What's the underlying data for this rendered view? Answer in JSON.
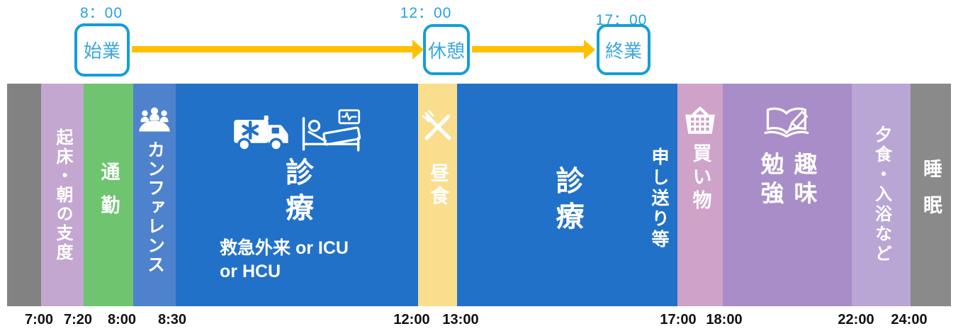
{
  "milestones": [
    {
      "time": "8：00",
      "label": "始業"
    },
    {
      "time": "12：00",
      "label": "休憩"
    },
    {
      "time": "17：00",
      "label": "終業"
    }
  ],
  "segments": [
    {
      "name": "pre-wake",
      "label": "",
      "color": "#828282",
      "start": "",
      "end": "7:00"
    },
    {
      "name": "wakeup",
      "label": "起床・朝の支度",
      "color": "#C3A7D1",
      "start": "7:00",
      "end": "7:20"
    },
    {
      "name": "commute",
      "label": "通勤",
      "color": "#6FC46F",
      "start": "7:20",
      "end": "8:00"
    },
    {
      "name": "conference",
      "label": "カンファレンス",
      "color": "#4E82CD",
      "icon": "meeting-icon",
      "start": "8:00",
      "end": "8:30"
    },
    {
      "name": "care-am",
      "label": "診療",
      "sublabel": "救急外来 or ICU\nor HCU",
      "color": "#2271C9",
      "icons": [
        "ambulance-icon",
        "hospital-bed-icon"
      ],
      "start": "8:30",
      "end": "12:00"
    },
    {
      "name": "lunch",
      "label": "昼食",
      "color": "#FADE8E",
      "icon": "cutlery-icon",
      "start": "12:00",
      "end": "13:00"
    },
    {
      "name": "care-pm",
      "label": "診療",
      "sublabel": "申し送り等",
      "color": "#2271C9",
      "start": "13:00",
      "end": "17:00"
    },
    {
      "name": "shopping",
      "label": "買い物",
      "color": "#CFA3C9",
      "icon": "basket-icon",
      "start": "17:00",
      "end": "18:00"
    },
    {
      "name": "study-hobby",
      "label": "勉強",
      "label2": "趣味",
      "color": "#A98DC8",
      "icon": "book-pencil-icon",
      "start": "18:00",
      "end": "22:00"
    },
    {
      "name": "evening",
      "label": "夕食・入浴など",
      "color": "#B9A6D5",
      "start": "22:00",
      "end": "24:00"
    },
    {
      "name": "sleep",
      "label": "睡眠",
      "color": "#8A8A8A",
      "start": "24:00",
      "end": ""
    }
  ],
  "axis": {
    "ticks": [
      "7:00",
      "7:20",
      "8:00",
      "8:30",
      "12:00",
      "13:00",
      "17:00",
      "18:00",
      "22:00",
      "24:00"
    ]
  },
  "colors": {
    "timeline_accent": "#149ED9",
    "timeline_text": "#26A2DB",
    "arrow": "#FFC000",
    "bar_text": "#FFFFFF",
    "tick_text": "#111111"
  }
}
